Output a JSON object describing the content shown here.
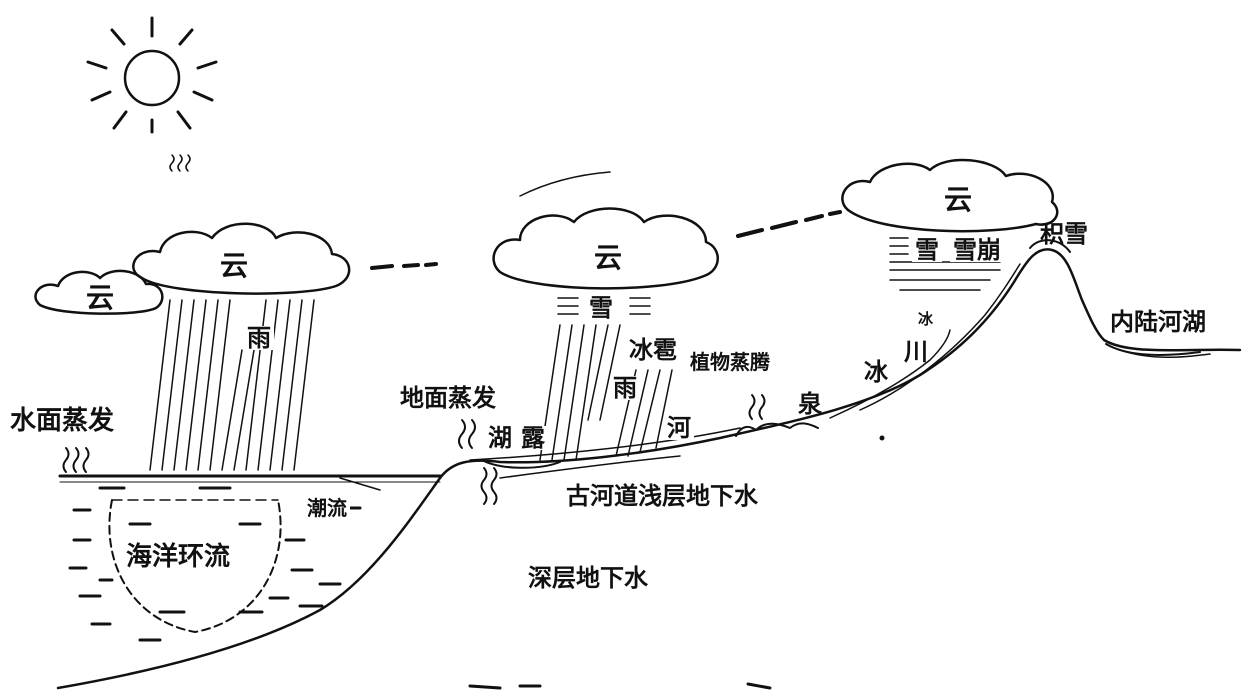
{
  "labels": {
    "cloud_left_small": "云",
    "cloud_left_main": "云",
    "cloud_middle": "云",
    "cloud_right": "云",
    "rain_left": "雨",
    "snow_middle": "雪",
    "hail": "冰雹",
    "rain_middle": "雨",
    "snow_right": "雪",
    "avalanche": "雪崩",
    "snow_cover": "积雪",
    "inland_lake": "内陆河湖",
    "glacier_small": "冰",
    "glacier_word_1": "冰",
    "glacier_word_2": "川",
    "plant_transpiration": "植物蒸腾",
    "spring": "泉",
    "river": "河",
    "lake": "湖",
    "dew": "露",
    "ground_evaporation": "地面蒸发",
    "water_evaporation": "水面蒸发",
    "ocean_current": "潮流",
    "ocean_circulation": "海洋环流",
    "shallow_groundwater": "古河道浅层地下水",
    "deep_groundwater": "深层地下水"
  },
  "colors": {
    "ink": "#111111",
    "background": "#ffffff"
  }
}
